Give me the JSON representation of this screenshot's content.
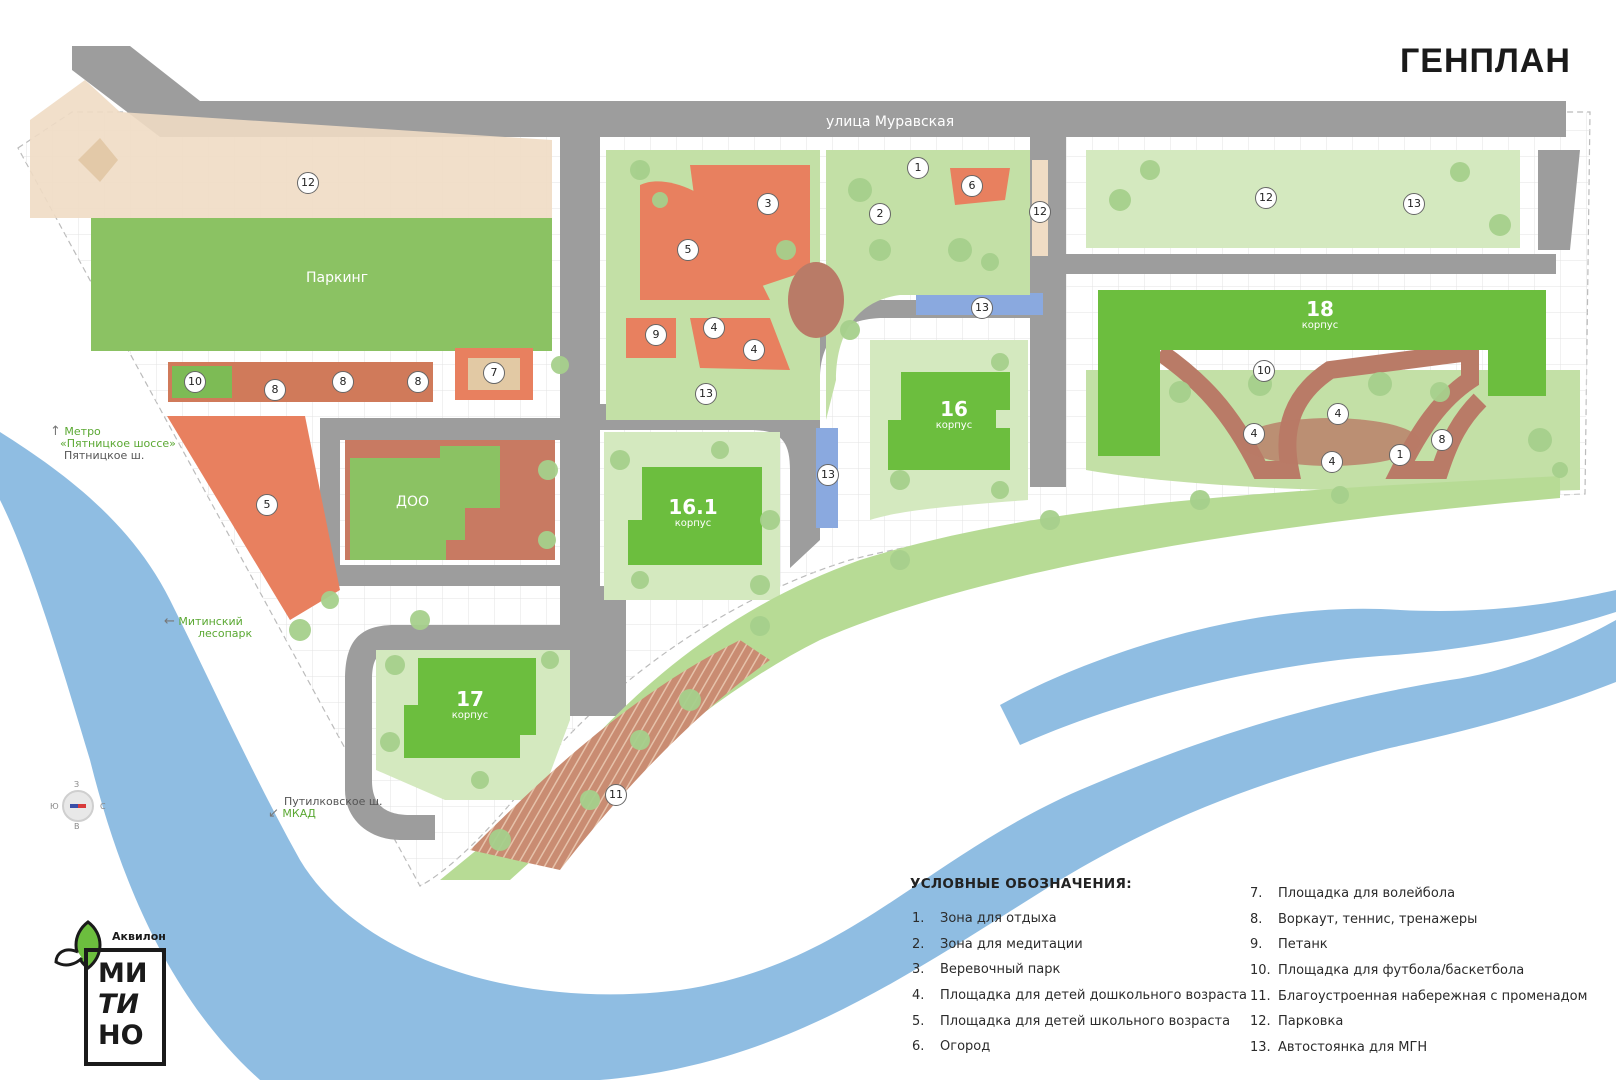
{
  "title": "ГЕНПЛАН",
  "street_name": "улица Муравская",
  "areas": {
    "parking": "Паркинг",
    "kindergarten": "ДОО"
  },
  "buildings": [
    {
      "number": "18",
      "label": "корпус"
    },
    {
      "number": "16",
      "label": "корпус"
    },
    {
      "number": "16.1",
      "label": "корпус"
    },
    {
      "number": "17",
      "label": "корпус"
    }
  ],
  "markers": [
    "1",
    "2",
    "3",
    "4",
    "5",
    "6",
    "7",
    "8",
    "9",
    "10",
    "11",
    "12",
    "13"
  ],
  "directions": {
    "metro_line1": "Метро",
    "metro_line2": "«Пятницкое шоссе»",
    "highway": "Пятницкое ш.",
    "forest_line1": "Митинский",
    "forest_line2": "лесопарк",
    "putilkovo": "Путилковское ш.",
    "mkad": "МКАД"
  },
  "compass": {
    "n": "З",
    "s": "В",
    "w": "Ю",
    "e": "С"
  },
  "legend": {
    "heading": "УСЛОВНЫЕ ОБОЗНАЧЕНИЯ:",
    "items": [
      {
        "num": "1.",
        "text": "Зона для отдыха"
      },
      {
        "num": "2.",
        "text": "Зона для медитации"
      },
      {
        "num": "3.",
        "text": "Веревочный парк"
      },
      {
        "num": "4.",
        "text": "Площадка для детей дошкольного возраста"
      },
      {
        "num": "5.",
        "text": "Площадка для детей школьного возраста"
      },
      {
        "num": "6.",
        "text": "Огород"
      },
      {
        "num": "7.",
        "text": "Площадка для волейбола"
      },
      {
        "num": "8.",
        "text": "Воркаут, теннис, тренажеры"
      },
      {
        "num": "9.",
        "text": "Петанк"
      },
      {
        "num": "10.",
        "text": "Площадка для футбола/баскетбола"
      },
      {
        "num": "11.",
        "text": "Благоустроенная набережная с променадом"
      },
      {
        "num": "12.",
        "text": "Парковка"
      },
      {
        "num": "13.",
        "text": "Автостоянка для МГН"
      }
    ]
  },
  "logo": {
    "brand": "Аквилон",
    "word_line1": "МИ",
    "word_line2": "ТИ",
    "word_line3": "НО"
  },
  "colors": {
    "road": "#9d9d9d",
    "river": "#8fbde2",
    "building": "#6cbe3e",
    "lawn": "#c3e0a6",
    "tree": "#a6d08c",
    "playground": "#e8805f",
    "path": "#b97b67",
    "parking_bay": "#f0dcc4",
    "mgn_parking": "#8aa9df"
  }
}
